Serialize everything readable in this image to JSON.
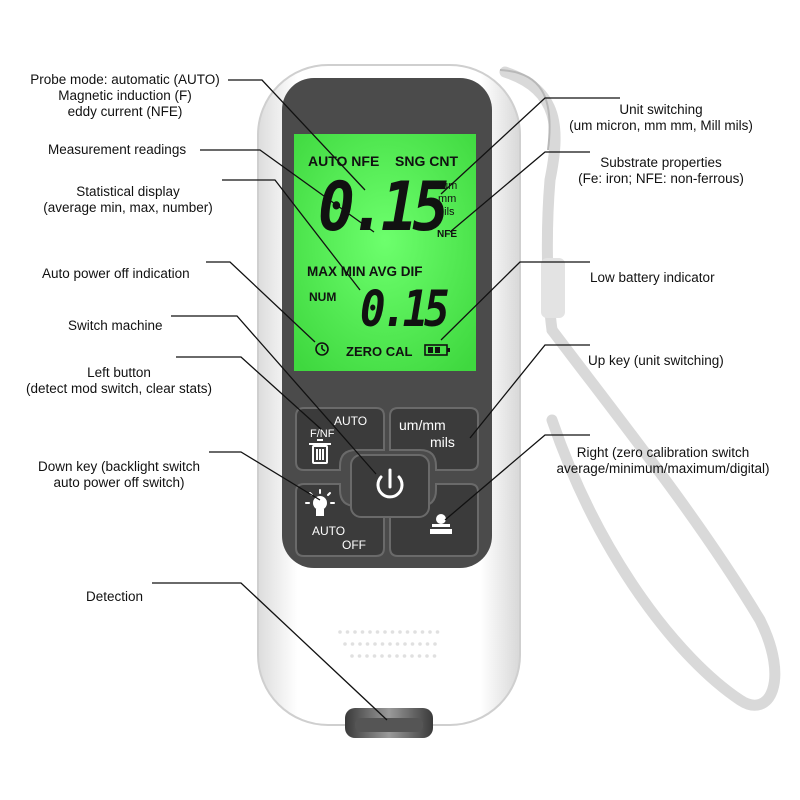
{
  "labels": {
    "probe_mode": [
      "Probe mode: automatic (AUTO)",
      "Magnetic induction (F)",
      "eddy current (NFE)"
    ],
    "measurement_readings": [
      "Measurement readings"
    ],
    "statistical_display": [
      "Statistical display",
      "(average min, max, number)"
    ],
    "auto_power_off": [
      "Auto power off indication"
    ],
    "switch_machine": [
      "Switch machine"
    ],
    "left_button": [
      "Left button",
      "(detect mod switch, clear stats)"
    ],
    "down_key": [
      "Down key (backlight switch",
      "auto power off switch)"
    ],
    "detection": [
      "Detection"
    ],
    "unit_switching": [
      "Unit switching",
      "(um micron, mm mm, Mill mils)"
    ],
    "substrate": [
      "Substrate properties",
      "(Fe: iron; NFE: non-ferrous)"
    ],
    "low_battery": [
      "Low battery indicator"
    ],
    "up_key": [
      "Up key (unit switching)"
    ],
    "right_key": [
      "Right (zero calibration switch",
      "average/minimum/maximum/digital)"
    ]
  },
  "lcd": {
    "mode_auto": "AUTO NFE",
    "mode_sng": "SNG CNT",
    "reading_main": "0.15",
    "unit_um": "um",
    "unit_mm": "mm",
    "unit_mils": "mils",
    "nfe_small": "NFE",
    "stats_header": "MAX MIN AVG DIF",
    "num_label": "NUM",
    "reading_stat": "0.15",
    "zero_cal": "ZERO CAL"
  },
  "buttons": {
    "left_top": "AUTO",
    "left_bottom": "F/NF",
    "up_top": "um/mm",
    "up_bottom": "mils",
    "down_top": "AUTO",
    "down_bottom": "OFF"
  },
  "colors": {
    "lcd_green": "#5bef5b",
    "device_dark": "#4a4a4a",
    "device_body": "#f2f2f2"
  }
}
